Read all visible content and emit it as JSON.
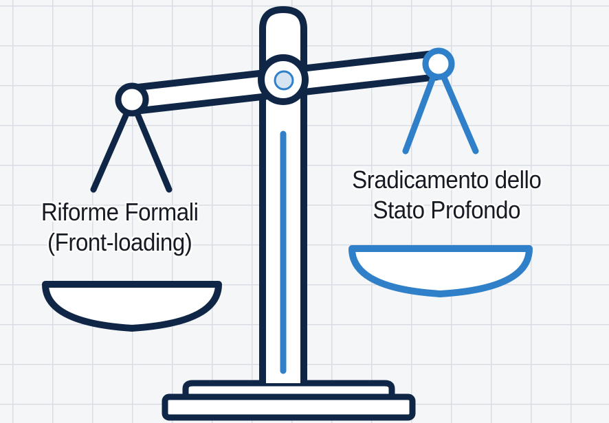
{
  "diagram": {
    "left_pan": {
      "line1": "Riforme Formali",
      "line2": "(Front-loading)"
    },
    "right_pan": {
      "line1": "Sradicamento dello",
      "line2": "Stato Profondo"
    }
  },
  "colors": {
    "navy": "#102646",
    "blue": "#2f80c9",
    "background": "#f5f6f8",
    "grid": "#d9dde3",
    "text": "#151a23"
  }
}
